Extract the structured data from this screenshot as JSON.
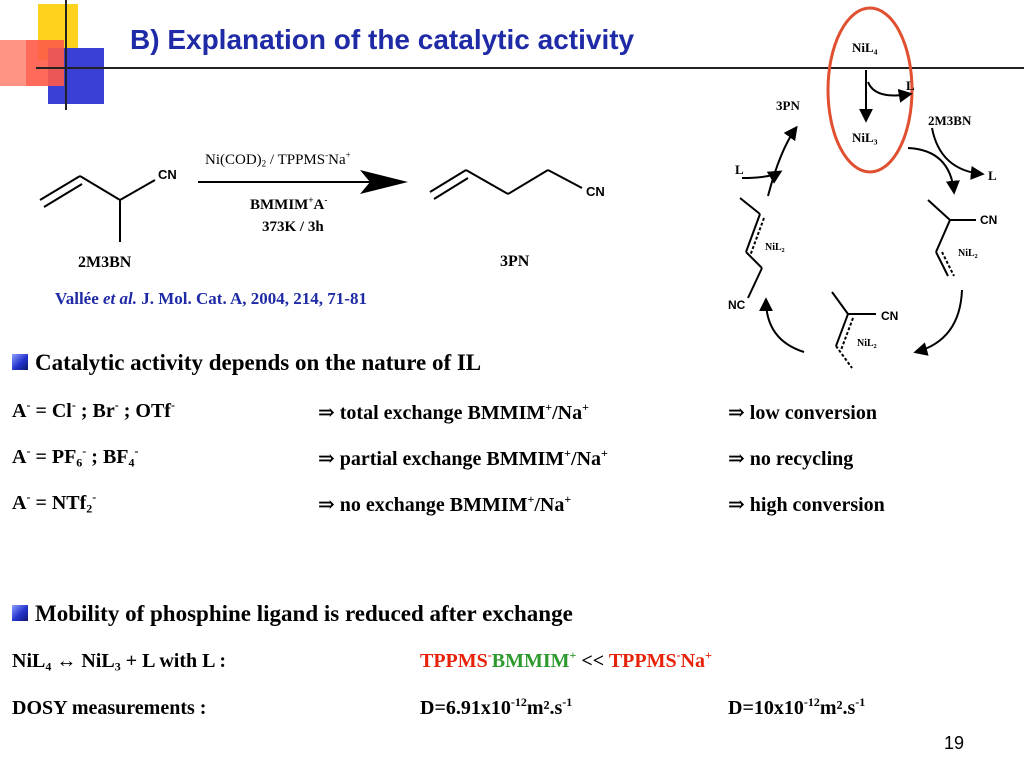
{
  "title": "B) Explanation of the catalytic activity",
  "reaction": {
    "reactant_cn": "CN",
    "reactant_name": "2M3BN",
    "product_cn": "CN",
    "product_name": "3PN",
    "catalyst_prefix": "Ni(COD)",
    "catalyst_sub": "2",
    "catalyst_mid": " / TPPMS",
    "catalyst_sup": "-",
    "catalyst_na": "Na",
    "catalyst_na_sup": "+",
    "solvent_main": "BMMIM",
    "solvent_sup1": "+",
    "solvent_a": "A",
    "solvent_sup2": "-",
    "conditions": "373K / 3h"
  },
  "reference": {
    "author": "Vallée ",
    "etal": "et al.",
    "journal": " J. Mol. Cat. A, 2004, 214, 71-81"
  },
  "cycle": {
    "nil4": "NiL",
    "nil4_sub": "4",
    "l_top": "L",
    "nil3": "NiL",
    "nil3_sub": "3",
    "threepn": "3PN",
    "twom3bn": "2M3BN",
    "l_left": "L",
    "l_right": "L",
    "cn_right": "CN",
    "nil2_right": "NiL",
    "nil2_right_sub": "2",
    "nil2_left": "NiL",
    "nil2_left_sub": "2",
    "nc_left": "NC",
    "cn_bottom": "CN",
    "nil2_bottom": "NiL",
    "nil2_bottom_sub": "2"
  },
  "section1": {
    "heading": "Catalytic activity depends on the nature of IL",
    "rows": [
      {
        "anion_parts": [
          "A",
          "-",
          " = Cl",
          "-",
          " ; Br",
          "-",
          " ; OTf",
          "-"
        ],
        "exchange": "⇒ total exchange BMMIM",
        "exchange_sup1": "+",
        "exchange_na": "/Na",
        "exchange_sup2": "+",
        "result": "⇒ low conversion"
      },
      {
        "anion_parts": [
          "A",
          "-",
          " = PF",
          "6",
          "-",
          " ; BF",
          "4",
          "-"
        ],
        "exchange": "⇒ partial exchange BMMIM",
        "exchange_sup1": "+",
        "exchange_na": "/Na",
        "exchange_sup2": "+",
        "result": "⇒ no recycling"
      },
      {
        "anion_parts": [
          "A",
          "-",
          " = NTf",
          "2",
          "-"
        ],
        "exchange": "⇒ no exchange BMMIM",
        "exchange_sup1": "+",
        "exchange_na": "/Na",
        "exchange_sup2": "+",
        "result": "⇒ high conversion"
      }
    ]
  },
  "section2": {
    "heading": "Mobility of phosphine ligand is reduced after exchange",
    "eq_parts": [
      "NiL",
      "4",
      " ↔ NiL",
      "3",
      " + L with L :"
    ],
    "cmp1": "TPPMS",
    "cmp1_sup": "-",
    "cmp1_b": "BMMIM",
    "cmp1_b_sup": "+",
    "cmp_op": " << ",
    "cmp2": "TPPMS",
    "cmp2_sup": "-",
    "cmp2_b": "Na",
    "cmp2_b_sup": "+",
    "dosy_label": "DOSY measurements :",
    "d1_pre": "D=6.91x10",
    "d1_exp": "-12",
    "d1_unit": "m².s",
    "d1_unit_exp": "-1",
    "d2_pre": "D=10x10",
    "d2_exp": "-12",
    "d2_unit": "m².s",
    "d2_unit_exp": "-1"
  },
  "page_number": "19",
  "colors": {
    "title_blue": "#1f2aa6",
    "red": "#e8220a",
    "green": "#2e9a2e",
    "circle_red": "#e05030",
    "deco_yellow": "#ffd21e",
    "deco_red": "#ff5040",
    "deco_blue": "#3a3fd6"
  }
}
